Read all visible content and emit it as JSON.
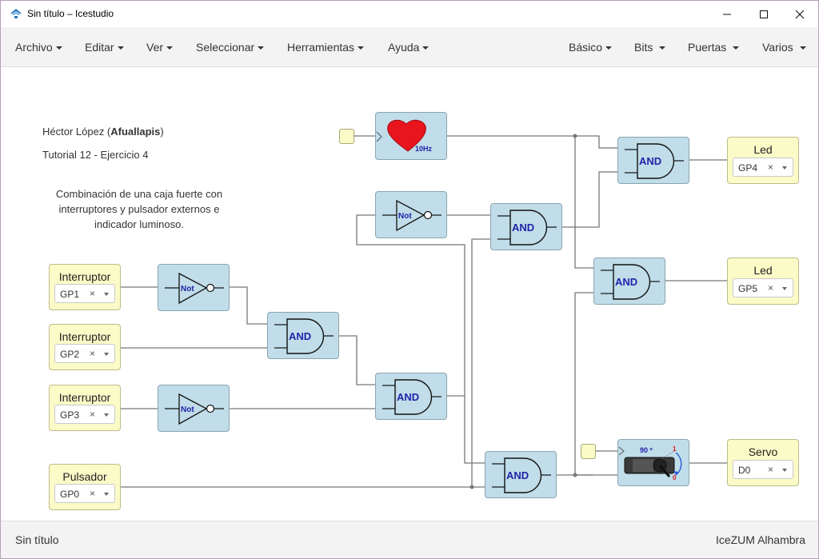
{
  "window": {
    "title": "Sin título – Icestudio",
    "minimize": "–",
    "maximize": "□",
    "close": "✕"
  },
  "menu_left": [
    {
      "label": "Archivo"
    },
    {
      "label": "Editar"
    },
    {
      "label": "Ver"
    },
    {
      "label": "Seleccionar"
    },
    {
      "label": "Herramientas"
    },
    {
      "label": "Ayuda"
    }
  ],
  "menu_right": [
    {
      "label": "Básico"
    },
    {
      "label": "Bits"
    },
    {
      "label": "Puertas"
    },
    {
      "label": "Varios"
    }
  ],
  "notes": {
    "author_prefix": "Héctor López (",
    "author_bold": "Afuallapis",
    "author_suffix": ")",
    "tutorial": "Tutorial 12 - Ejercicio 4",
    "description_1": "Combinación de una caja fuerte con",
    "description_2": "interruptores y pulsador externos e",
    "description_3": "indicador luminoso."
  },
  "inputs": [
    {
      "label": "Interruptor",
      "pin": "GP1"
    },
    {
      "label": "Interruptor",
      "pin": "GP2"
    },
    {
      "label": "Interruptor",
      "pin": "GP3"
    },
    {
      "label": "Pulsador",
      "pin": "GP0"
    }
  ],
  "outputs": [
    {
      "label": "Led",
      "pin": "GP4"
    },
    {
      "label": "Led",
      "pin": "GP5"
    },
    {
      "label": "Servo",
      "pin": "D0"
    }
  ],
  "gates": {
    "and_label": "AND",
    "not_label": "Not",
    "heart_label": "10Hz",
    "servo_angle": "90 º",
    "servo_one": "1",
    "servo_zero": "0"
  },
  "select_clear": "×",
  "status": {
    "left": "Sin título",
    "right": "IceZUM Alhambra"
  },
  "colors": {
    "block_fill": "#c0dde9",
    "io_fill": "#fbfbc8",
    "wire": "#777777",
    "gate_text": "#2222aa",
    "heart": "#e8141e"
  }
}
